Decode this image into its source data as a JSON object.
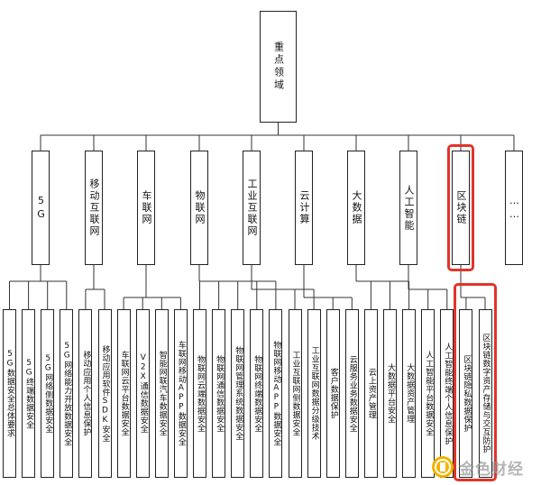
{
  "root": "重点领域",
  "branches": [
    {
      "label": "5G",
      "children": [
        "5G数据安全总体要求",
        "5G终端数据安全",
        "5G网络侧数据安全",
        "5G网络能力开放数据安全"
      ]
    },
    {
      "label": "移动互联网",
      "children": [
        "移动应用个人信息保护",
        "移动应用软件SDK安全"
      ]
    },
    {
      "label": "车联网",
      "children": [
        "车联网云平台数据安全",
        "V2X通信数据安全",
        "智能网联汽车数据安全",
        "车联网移动APP数据安全"
      ]
    },
    {
      "label": "物联网",
      "children": [
        "物联网云端数据安全",
        "物联网通信数据安全",
        "物联网管理系统数据安全",
        "物联网终端数据安全",
        "物联网移动APP数据安全"
      ]
    },
    {
      "label": "工业互联网",
      "children": [
        "工业互联网侧数据安全",
        "工业互联网数据分级技术"
      ]
    },
    {
      "label": "云计算",
      "children": [
        "客户数据保护",
        "云服务业务数据安全"
      ]
    },
    {
      "label": "大数据",
      "children": [
        "云上资产管理",
        "大数据平台安全",
        "大数据资产管理"
      ]
    },
    {
      "label": "人工智能",
      "children": [
        "人工智能平台数据安全",
        "人工智能终端个人信息保护"
      ]
    },
    {
      "label": "区块链",
      "children": [
        "区块链隐私数据保护",
        "区块链数字资产存储与交互防护"
      ]
    },
    {
      "label": "……",
      "children": []
    }
  ],
  "highlight_color": "#e0352b",
  "watermark": {
    "text": "金色财经",
    "icon": "coin-logo-icon",
    "color": "#f0b400"
  }
}
